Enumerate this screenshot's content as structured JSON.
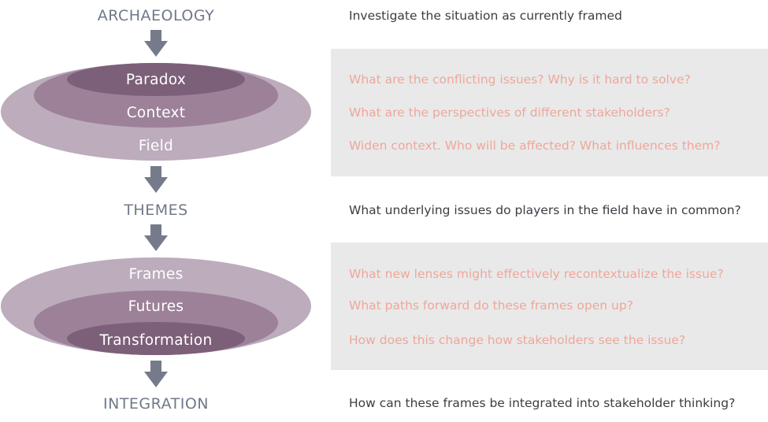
{
  "stages": {
    "archaeology": "ARCHAEOLOGY",
    "themes": "THEMES",
    "integration": "INTEGRATION"
  },
  "statements": {
    "archaeology": "Investigate the situation as currently framed",
    "themes": "What underlying issues do players in the field have in common?",
    "integration": "How can these frames be integrated into stakeholder thinking?"
  },
  "group1": {
    "rings": [
      "Paradox",
      "Context",
      "Field"
    ],
    "questions": [
      "What are the conflicting issues? Why is it hard to solve?",
      "What are the perspectives of different stakeholders?",
      "Widen context. Who will be affected? What influences them?"
    ]
  },
  "group2": {
    "rings": [
      "Frames",
      "Futures",
      "Transformation"
    ],
    "questions": [
      "What new lenses might effectively recontextualize the issue?",
      "What paths forward do these frames open up?",
      "How does this change how stakeholders see the issue?"
    ]
  },
  "colors": {
    "outer_ring": "#bcacbc",
    "middle_ring": "#9c8199",
    "inner_ring": "#7c5f78",
    "arrow": "#757b8a",
    "stage_label": "#707888",
    "question_text": "#eea79b",
    "statement_text": "#3a3d42",
    "panel": "#e9e9e9"
  }
}
